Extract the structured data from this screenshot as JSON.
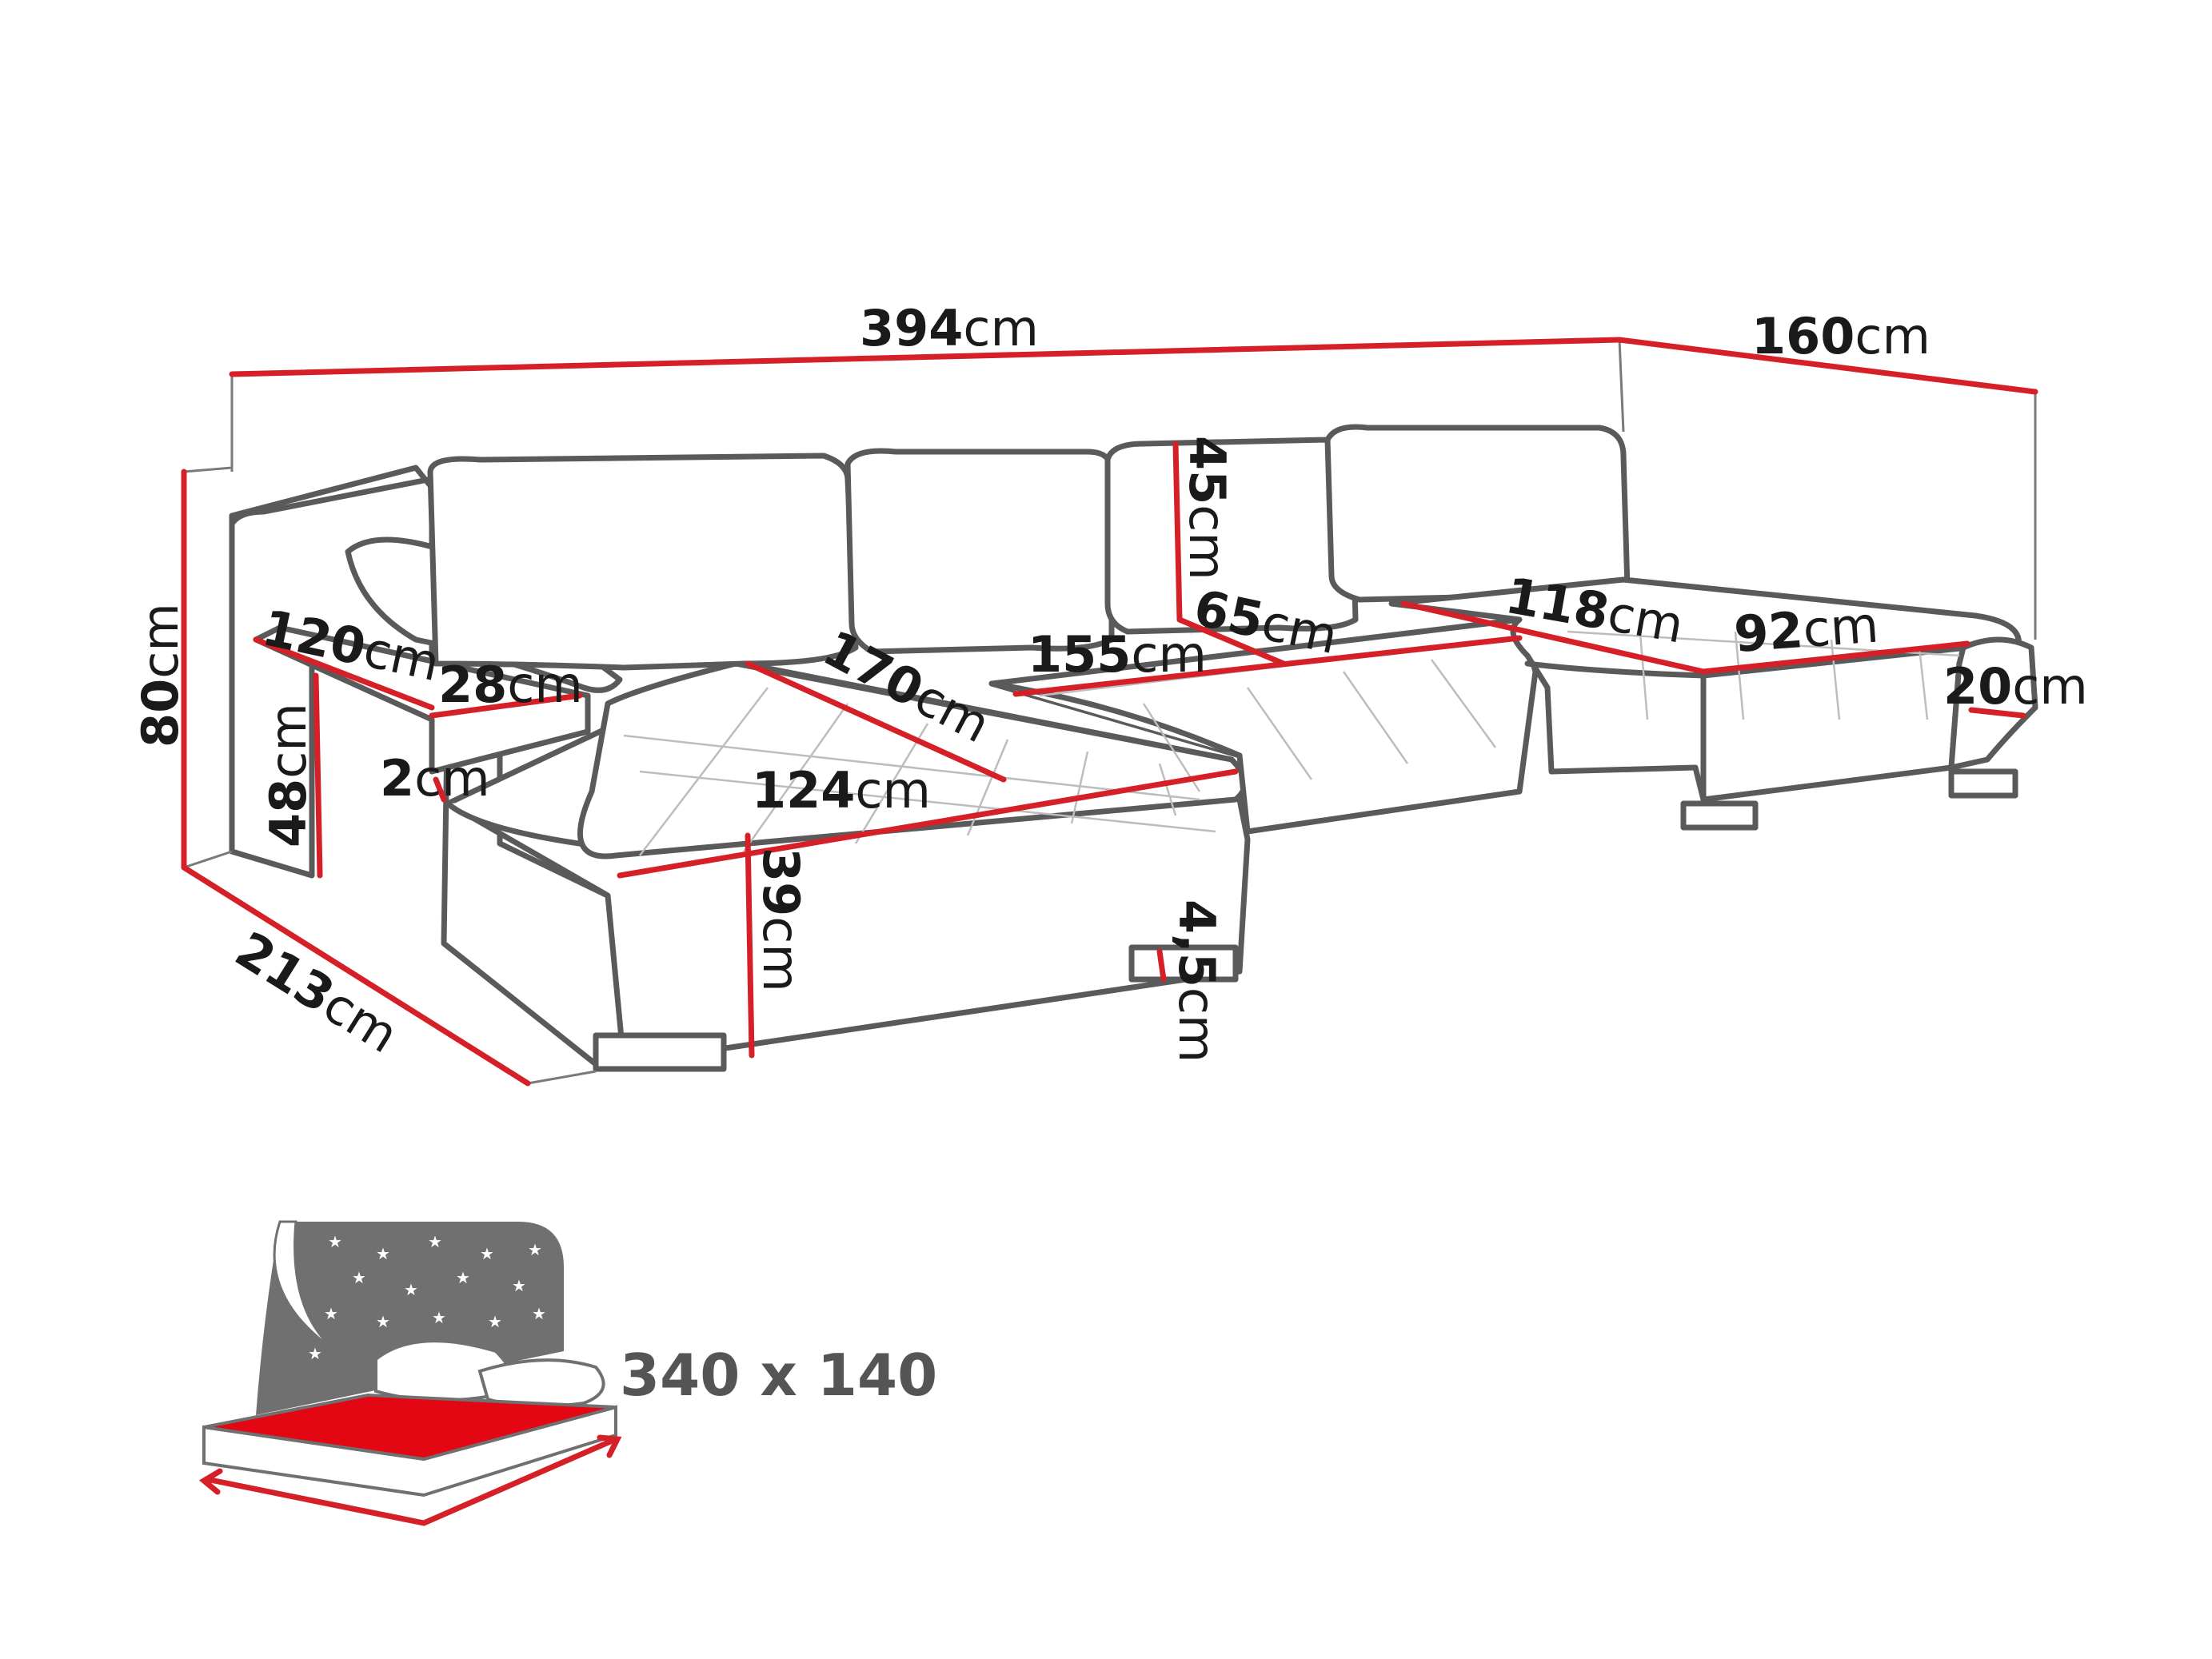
{
  "dimensions": {
    "total_width": {
      "value": "394",
      "unit": "cm"
    },
    "right_depth": {
      "value": "160",
      "unit": "cm"
    },
    "height": {
      "value": "80",
      "unit": "cm"
    },
    "left_depth": {
      "value": "213",
      "unit": "cm"
    },
    "chaise_length": {
      "value": "120",
      "unit": "cm"
    },
    "armrest_width": {
      "value": "28",
      "unit": "cm"
    },
    "armrest_height": {
      "value": "48",
      "unit": "cm"
    },
    "armrest_gap": {
      "value": "2",
      "unit": "cm"
    },
    "seat_diagonal": {
      "value": "170",
      "unit": "cm"
    },
    "seat_width_front": {
      "value": "124",
      "unit": "cm"
    },
    "seat_height": {
      "value": "39",
      "unit": "cm"
    },
    "leg_height": {
      "value": "4,5",
      "unit": "cm"
    },
    "middle_seat_width": {
      "value": "155",
      "unit": "cm"
    },
    "backrest_height": {
      "value": "45",
      "unit": "cm"
    },
    "seat_depth": {
      "value": "65",
      "unit": "cm"
    },
    "right_seat_length": {
      "value": "118",
      "unit": "cm"
    },
    "right_chaise_width": {
      "value": "92",
      "unit": "cm"
    },
    "right_arm_height": {
      "value": "20",
      "unit": "cm"
    }
  },
  "bed": {
    "size_label": "340 x 140"
  },
  "colors": {
    "dimension_line": "#d62027",
    "outline": "#5a5a5a",
    "mattress": "#e30613",
    "night_sky": "#707070"
  }
}
